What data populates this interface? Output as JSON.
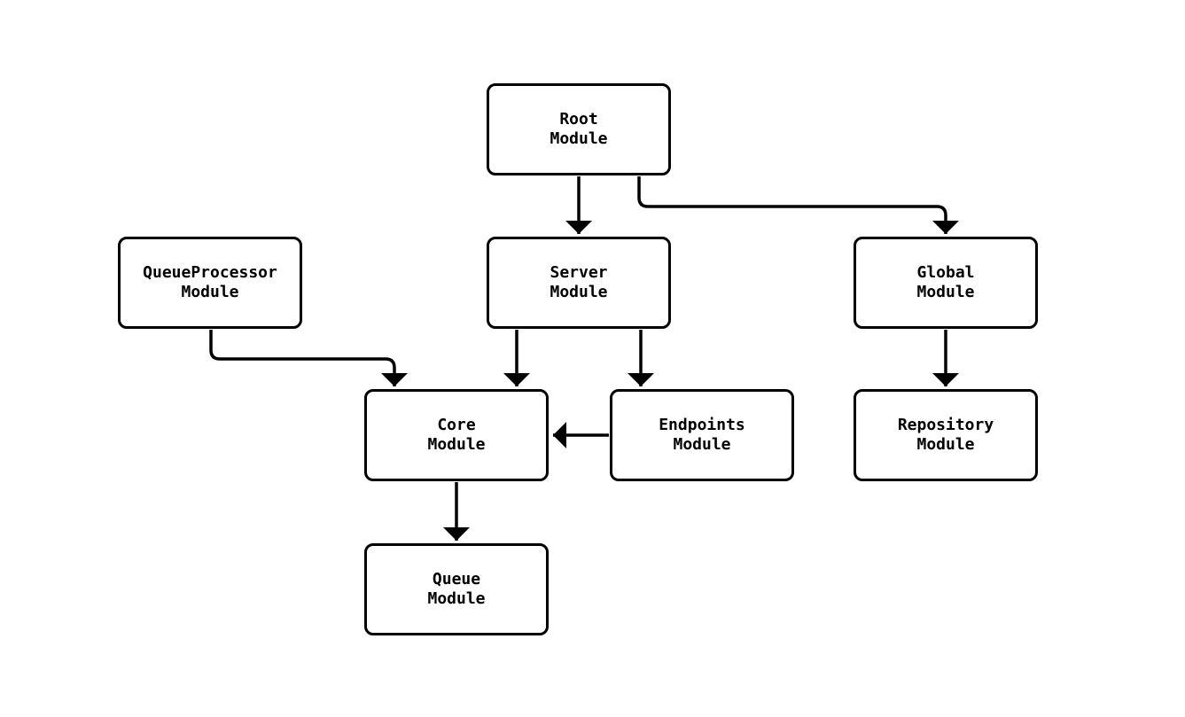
{
  "diagram": {
    "type": "flowchart",
    "nodes": [
      {
        "id": "root",
        "label_lines": [
          "Root",
          "Module"
        ]
      },
      {
        "id": "queueprocessor",
        "label_lines": [
          "QueueProcessor",
          "Module"
        ]
      },
      {
        "id": "server",
        "label_lines": [
          "Server",
          "Module"
        ]
      },
      {
        "id": "global",
        "label_lines": [
          "Global",
          "Module"
        ]
      },
      {
        "id": "core",
        "label_lines": [
          "Core",
          "Module"
        ]
      },
      {
        "id": "endpoints",
        "label_lines": [
          "Endpoints",
          "Module"
        ]
      },
      {
        "id": "repository",
        "label_lines": [
          "Repository",
          "Module"
        ]
      },
      {
        "id": "queue",
        "label_lines": [
          "Queue",
          "Module"
        ]
      }
    ],
    "edges": [
      {
        "from": "root",
        "to": "server"
      },
      {
        "from": "root",
        "to": "global"
      },
      {
        "from": "queueprocessor",
        "to": "core"
      },
      {
        "from": "server",
        "to": "core"
      },
      {
        "from": "server",
        "to": "endpoints"
      },
      {
        "from": "endpoints",
        "to": "core"
      },
      {
        "from": "global",
        "to": "repository"
      },
      {
        "from": "core",
        "to": "queue"
      }
    ],
    "colors": {
      "stroke": "#000000",
      "node_fill": "#ffffff",
      "text": "#000000",
      "background": "#ffffff"
    }
  }
}
